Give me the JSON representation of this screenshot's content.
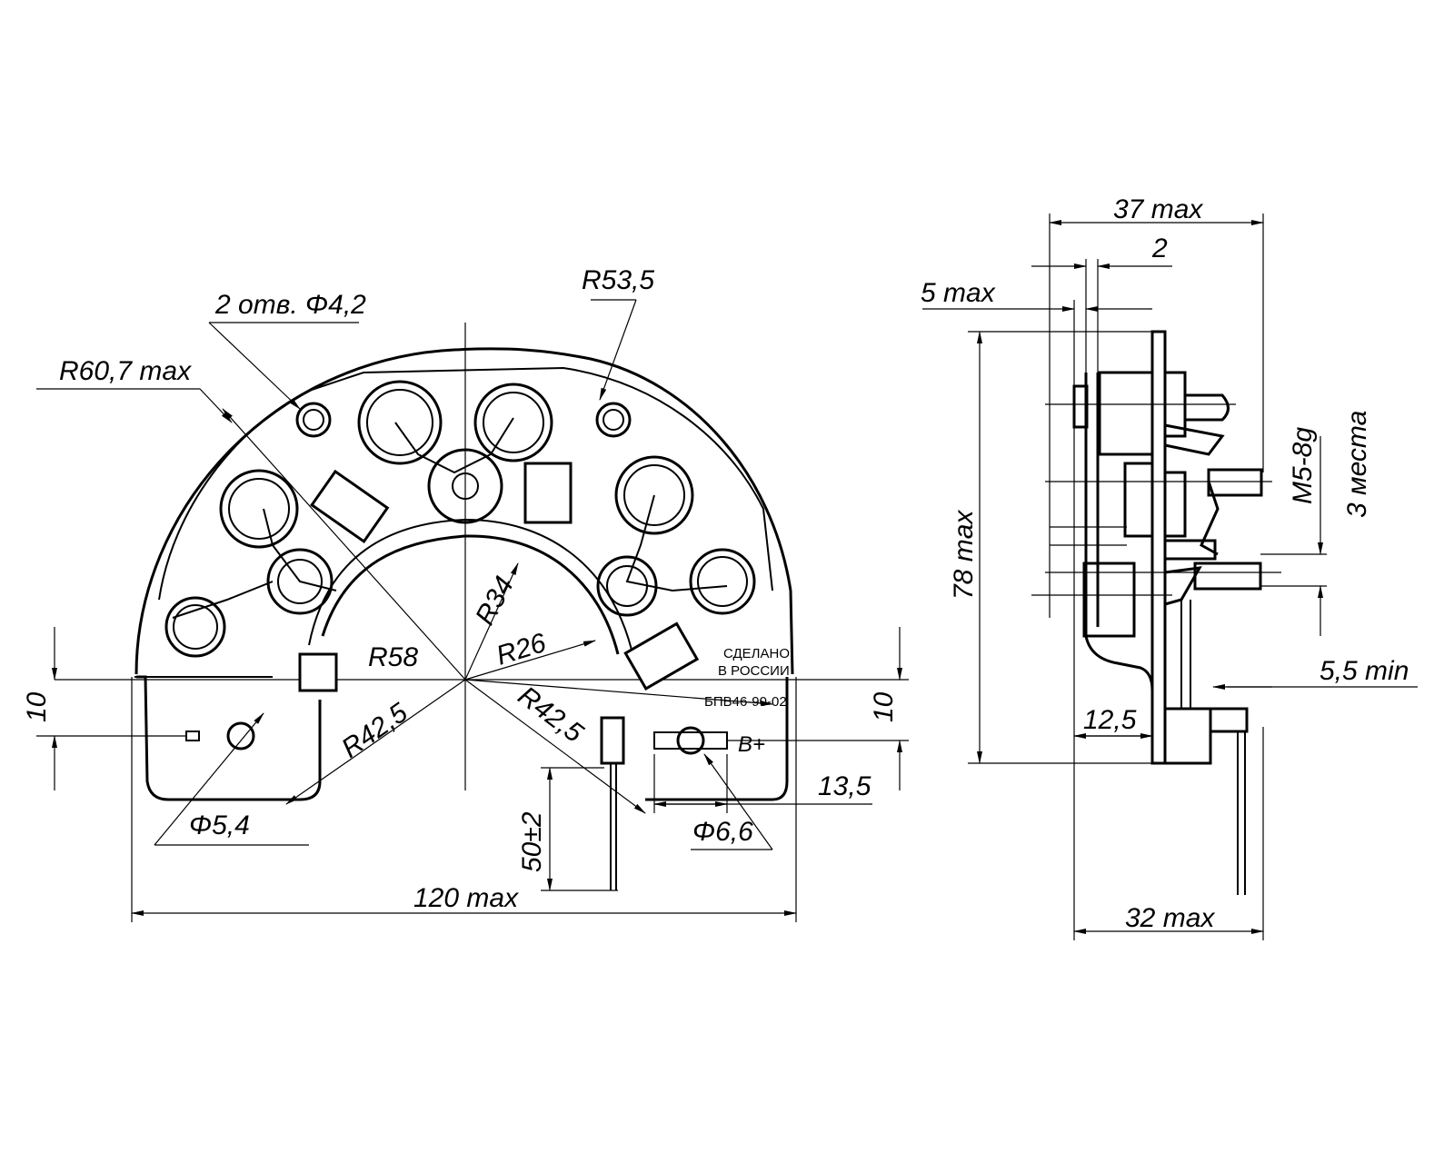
{
  "front_view": {
    "holes_label": "2 отв. Φ4,2",
    "r53": "R53,5",
    "r60": "R60,7 max",
    "r58": "R58",
    "r34": "R34",
    "r26": "R26",
    "r42_left": "R42,5",
    "r42_right": "R42,5",
    "dim10_left": "10",
    "dim10_right": "10",
    "d54": "Φ5,4",
    "d66": "Φ6,6",
    "d135": "13,5",
    "lead": "50±2",
    "width": "120 max",
    "made_in_1": "СДЕЛАНО",
    "made_in_2": "В РОССИИ",
    "part_no": "БПВ46-90-02",
    "terminal": "B+"
  },
  "side_view": {
    "depth": "37 max",
    "plate": "2",
    "offset": "5 max",
    "height": "78 max",
    "thread": "M5-8g",
    "places": "3 места",
    "min_gap": "5,5 min",
    "step": "12,5",
    "base": "32 max"
  }
}
